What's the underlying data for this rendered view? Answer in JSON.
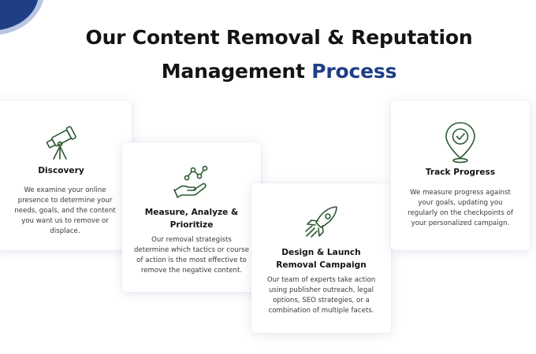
{
  "heading": {
    "line1": "Our Content Removal & Reputation",
    "line2_prefix": "Management ",
    "line2_accent": "Process"
  },
  "colors": {
    "accent": "#1e3f86",
    "icon_green": "#2e5a32"
  },
  "steps": [
    {
      "icon": "telescope-icon",
      "title": "Discovery",
      "description": "We examine your online presence to determine your needs, goals, and the content you want us to remove or displace."
    },
    {
      "icon": "hand-molecule-icon",
      "title_line1": "Measure, Analyze &",
      "title_line2": "Prioritize",
      "description": "Our removal strategists determine which tactics or course of action is the most effective to remove the negative content."
    },
    {
      "icon": "rocket-icon",
      "title_line1": "Design & Launch",
      "title_line2": "Removal Campaign",
      "description": "Our team of experts take action using publisher outreach, legal options, SEO strategies, or a combination of multiple facets."
    },
    {
      "icon": "location-check-icon",
      "title": "Track Progress",
      "description": "We measure progress against your goals, updating you regularly on the checkpoints of your personalized campaign."
    }
  ]
}
